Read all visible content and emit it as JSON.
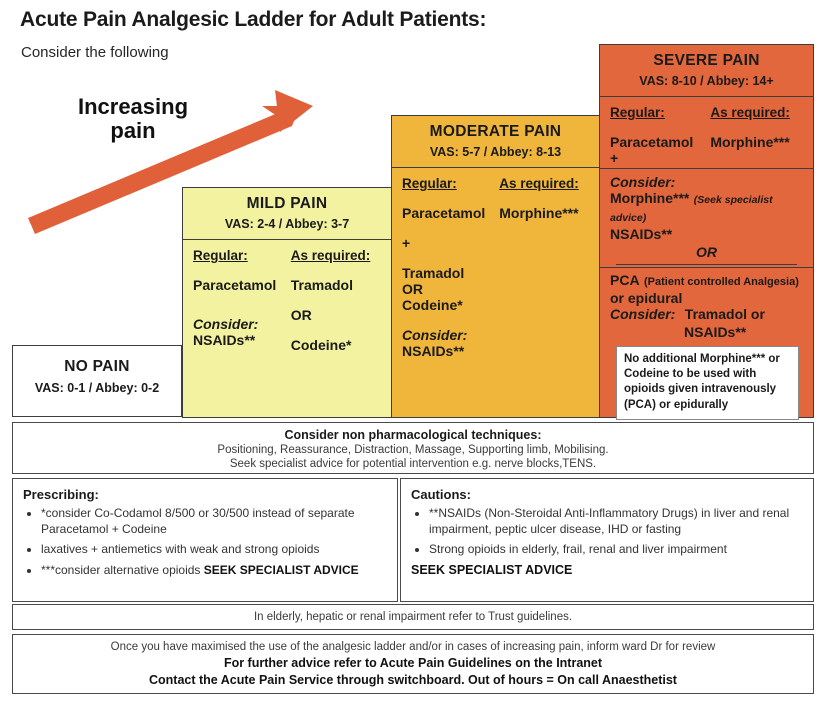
{
  "header": {
    "title": "Acute Pain Analgesic Ladder for Adult Patients:",
    "subtitle": "Consider the following"
  },
  "arrow": {
    "label_line1": "Increasing",
    "label_line2": "pain",
    "color": "#e0603a"
  },
  "colors": {
    "no_pain": "#ffffff",
    "mild": "#f2f2a0",
    "moderate": "#f0b63c",
    "severe": "#e2673c",
    "border": "#3d3d3d"
  },
  "steps": {
    "no_pain": {
      "name": "NO PAIN",
      "vas": "VAS: 0-1 / Abbey: 0-2"
    },
    "mild": {
      "name": "MILD PAIN",
      "vas": "VAS: 2-4 / Abbey: 3-7",
      "col1_heading": "Regular:",
      "col2_heading": "As required:",
      "col1_drug": "Paracetamol",
      "col2_drug": "Tramadol",
      "col2_or": "OR",
      "consider_label": "Consider:",
      "consider_drug": "NSAIDs**",
      "col2_drug2": "Codeine*"
    },
    "moderate": {
      "name": "MODERATE PAIN",
      "vas": "VAS: 5-7 / Abbey: 8-13",
      "col1_heading": "Regular:",
      "col2_heading": "As required:",
      "col1_drug": "Paracetamol",
      "col2_drug": "Morphine***",
      "plus": "+",
      "drug_a": "Tramadol",
      "or": "OR",
      "drug_b": "Codeine*",
      "consider_label": "Consider:",
      "consider_drug": "NSAIDs**"
    },
    "severe": {
      "name": "SEVERE PAIN",
      "vas": "VAS: 8-10 / Abbey: 14+",
      "col1_heading": "Regular:",
      "col2_heading": "As required:",
      "col1_drug": "Paracetamol",
      "col2_drug": "Morphine***",
      "plus": "+",
      "consider_label": "Consider:",
      "consider_drug1": "Morphine***",
      "consider_drug1_note": "(Seek specialist advice)",
      "consider_drug2": "NSAIDs**",
      "or": "OR",
      "pca": "PCA",
      "pca_note": "(Patient controlled Analgesia)",
      "pca_line2": "or epidural",
      "consider2_label": "Consider:",
      "consider2_drug1": "Tramadol or",
      "consider2_drug2": "NSAIDs**",
      "warning": "No additional Morphine*** or Codeine to be used with opioids given intravenously (PCA) or epidurally"
    }
  },
  "non_pharmacological": {
    "heading": "Consider non pharmacological techniques:",
    "line1": "Positioning, Reassurance, Distraction, Massage, Supporting limb, Mobilising.",
    "line2": "Seek specialist advice for potential intervention e.g. nerve blocks,TENS."
  },
  "prescribing": {
    "heading": "Prescribing:",
    "bullets": [
      "*consider Co-Codamol 8/500 or 30/500 instead of separate Paracetamol + Codeine",
      "laxatives + antiemetics with weak and strong opioids"
    ],
    "bullet3_prefix": "***consider alternative opioids ",
    "bullet3_bold": "SEEK SPECIALIST ADVICE"
  },
  "cautions": {
    "heading": "Cautions:",
    "bullets": [
      "**NSAIDs (Non-Steroidal Anti-Inflammatory Drugs) in liver and renal impairment, peptic ulcer disease, IHD or fasting",
      "Strong opioids in elderly, frail, renal and liver impairment"
    ],
    "seek": "SEEK SPECIALIST ADVICE"
  },
  "trust_note": "In elderly, hepatic or renal impairment refer to Trust guidelines.",
  "footer": {
    "line1": "Once you have maximised the use of the analgesic ladder and/or in cases of increasing pain, inform ward Dr for review",
    "line2": "For further advice refer to Acute Pain Guidelines on the Intranet",
    "line3": "Contact the Acute Pain Service through switchboard. Out of hours = On call Anaesthetist"
  }
}
